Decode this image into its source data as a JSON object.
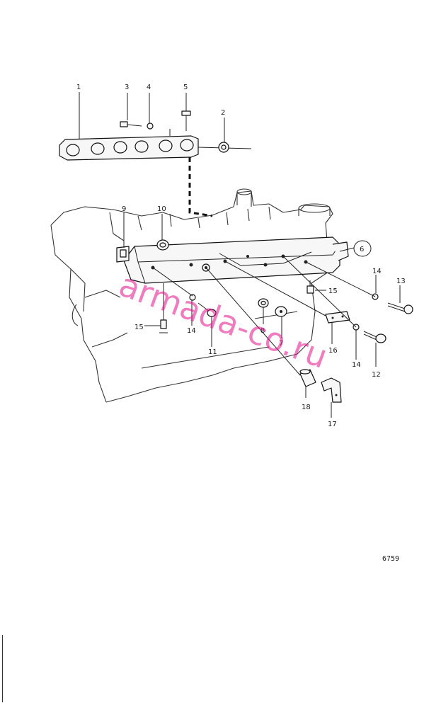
{
  "diagram": {
    "callouts": [
      "1",
      "2",
      "3",
      "4",
      "5",
      "6",
      "7",
      "8",
      "9",
      "10",
      "11",
      "12",
      "13",
      "14",
      "14",
      "14",
      "15",
      "15",
      "16",
      "17",
      "18"
    ],
    "reference_number": "6759",
    "watermark": "armada-co.ru"
  }
}
